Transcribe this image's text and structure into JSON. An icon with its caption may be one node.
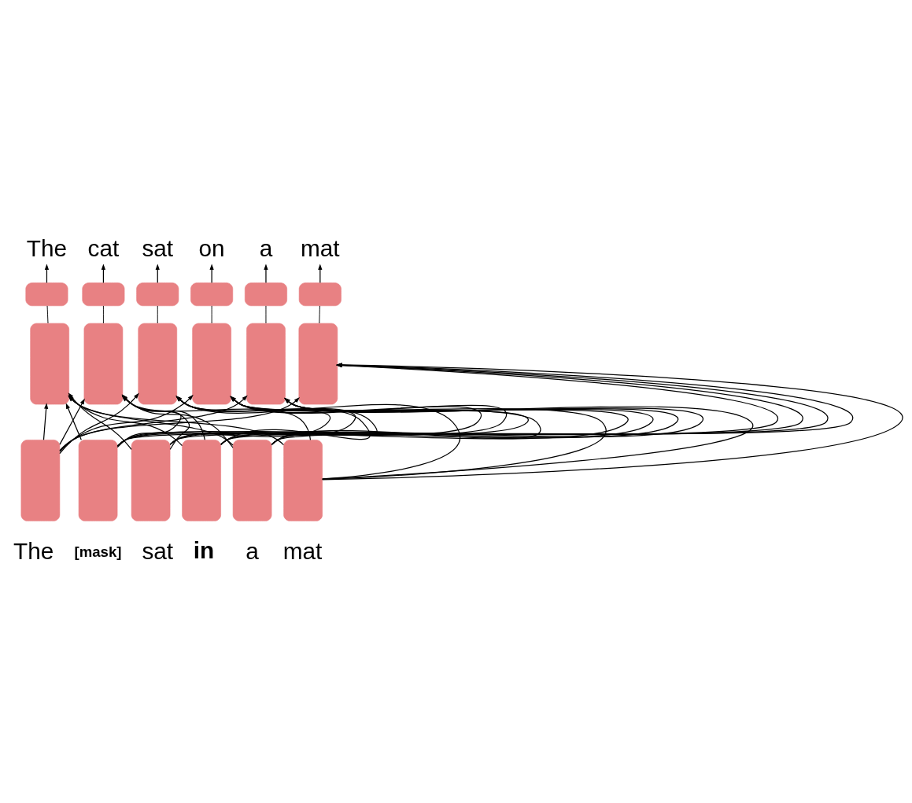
{
  "diagram": {
    "nodes": [
      {
        "text": [
          "The"
        ]
      },
      {
        "text": [
          "cat"
        ]
      },
      {
        "text": [
          "sat"
        ]
      },
      {
        "text": [
          "on"
        ]
      },
      {
        "text": [
          "a"
        ]
      },
      {
        "text": [
          "mat"
        ]
      },
      {
        "text": [],
        "shape": "box"
      },
      {
        "text": [],
        "shape": "box"
      },
      {
        "text": [],
        "shape": "box"
      },
      {
        "text": [],
        "shape": "box"
      },
      {
        "text": [],
        "shape": "box"
      },
      {
        "text": [],
        "shape": "box"
      },
      {
        "text": [],
        "shape": "box"
      },
      {
        "text": [],
        "shape": "box"
      },
      {
        "text": [],
        "shape": "box"
      },
      {
        "text": [],
        "shape": "box"
      },
      {
        "text": [],
        "shape": "box"
      },
      {
        "text": [],
        "shape": "box"
      },
      {
        "text": [],
        "shape": "box",
        "beside": [
          "The"
        ]
      },
      {
        "text": [],
        "shape": "box",
        "beside": [
          "[mask]"
        ]
      },
      {
        "text": [],
        "shape": "box",
        "beside": [
          "sat"
        ]
      },
      {
        "text": [],
        "shape": "box",
        "beside": [
          "in"
        ]
      },
      {
        "text": [],
        "shape": "box",
        "beside": [
          "a"
        ]
      },
      {
        "text": [],
        "shape": "box",
        "beside": [
          "mat"
        ]
      }
    ],
    "edges": [
      {
        "from": 6,
        "to": 0,
        "arrow": "to"
      },
      {
        "from": 7,
        "to": 1,
        "arrow": "to"
      },
      {
        "from": 8,
        "to": 2,
        "arrow": "to"
      },
      {
        "from": 9,
        "to": 3,
        "arrow": "to"
      },
      {
        "from": 10,
        "to": 4,
        "arrow": "to"
      },
      {
        "from": 11,
        "to": 5,
        "arrow": "to"
      },
      {
        "from": 12,
        "to": 6,
        "arrow": "none"
      },
      {
        "from": 13,
        "to": 7,
        "arrow": "none"
      },
      {
        "from": 14,
        "to": 8,
        "arrow": "none"
      },
      {
        "from": 15,
        "to": 9,
        "arrow": "none"
      },
      {
        "from": 16,
        "to": 10,
        "arrow": "none"
      },
      {
        "from": 17,
        "to": 11,
        "arrow": "none"
      },
      {
        "from": 18,
        "to": 12,
        "arrow": "to"
      },
      {
        "from": 18,
        "to": 13,
        "arrow": "to"
      },
      {
        "from": 18,
        "to": 14,
        "arrow": "to"
      },
      {
        "from": 18,
        "to": 15,
        "arrow": "to"
      },
      {
        "from": 18,
        "to": 16,
        "arrow": "to"
      },
      {
        "from": 18,
        "to": 17,
        "arrow": "to"
      },
      {
        "from": 19,
        "to": 12,
        "arrow": "to"
      },
      {
        "from": 19,
        "to": 13,
        "arrow": "to"
      },
      {
        "from": 19,
        "to": 14,
        "arrow": "to"
      },
      {
        "from": 19,
        "to": 15,
        "arrow": "to"
      },
      {
        "from": 19,
        "to": 16,
        "arrow": "to"
      },
      {
        "from": 19,
        "to": 17,
        "arrow": "to"
      },
      {
        "from": 20,
        "to": 12,
        "arrow": "to"
      },
      {
        "from": 20,
        "to": 13,
        "arrow": "to"
      },
      {
        "from": 20,
        "to": 14,
        "arrow": "to"
      },
      {
        "from": 20,
        "to": 15,
        "arrow": "to"
      },
      {
        "from": 20,
        "to": 16,
        "arrow": "to"
      },
      {
        "from": 20,
        "to": 17,
        "arrow": "to"
      },
      {
        "from": 21,
        "to": 12,
        "arrow": "to"
      },
      {
        "from": 21,
        "to": 13,
        "arrow": "to"
      },
      {
        "from": 21,
        "to": 14,
        "arrow": "to"
      },
      {
        "from": 21,
        "to": 15,
        "arrow": "to"
      },
      {
        "from": 21,
        "to": 16,
        "arrow": "to"
      },
      {
        "from": 21,
        "to": 17,
        "arrow": "to"
      },
      {
        "from": 22,
        "to": 12,
        "arrow": "to"
      },
      {
        "from": 22,
        "to": 13,
        "arrow": "to"
      },
      {
        "from": 22,
        "to": 14,
        "arrow": "to"
      },
      {
        "from": 22,
        "to": 15,
        "arrow": "to"
      },
      {
        "from": 22,
        "to": 16,
        "arrow": "to"
      },
      {
        "from": 22,
        "to": 17,
        "arrow": "to"
      },
      {
        "from": 23,
        "to": 12,
        "arrow": "to"
      },
      {
        "from": 23,
        "to": 13,
        "arrow": "to"
      },
      {
        "from": 23,
        "to": 14,
        "arrow": "to"
      },
      {
        "from": 23,
        "to": 15,
        "arrow": "to"
      },
      {
        "from": 23,
        "to": 16,
        "arrow": "to"
      },
      {
        "from": 23,
        "to": 17,
        "arrow": "to"
      }
    ]
  }
}
